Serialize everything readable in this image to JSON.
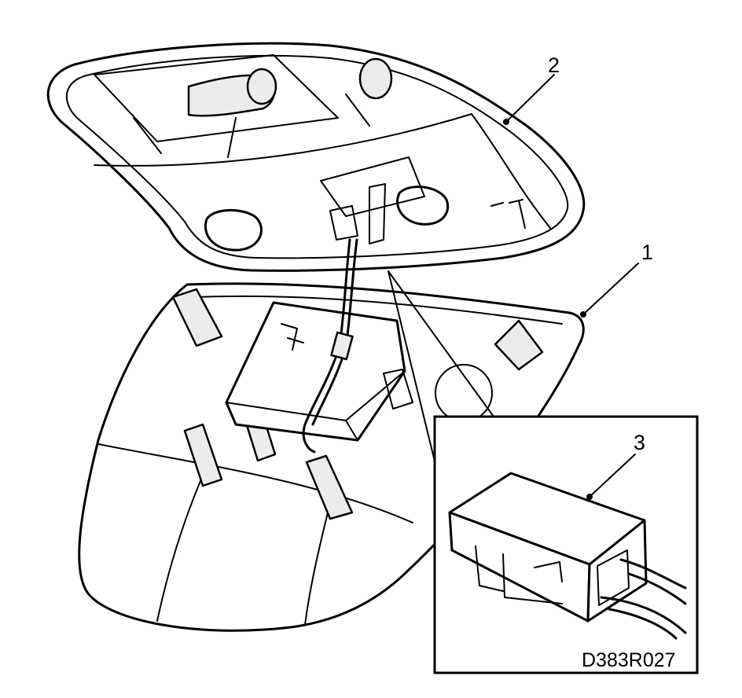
{
  "callouts": {
    "lamp_housing": "1",
    "lamp_unit": "2",
    "connector": "3"
  },
  "figure_code": "D383R027"
}
